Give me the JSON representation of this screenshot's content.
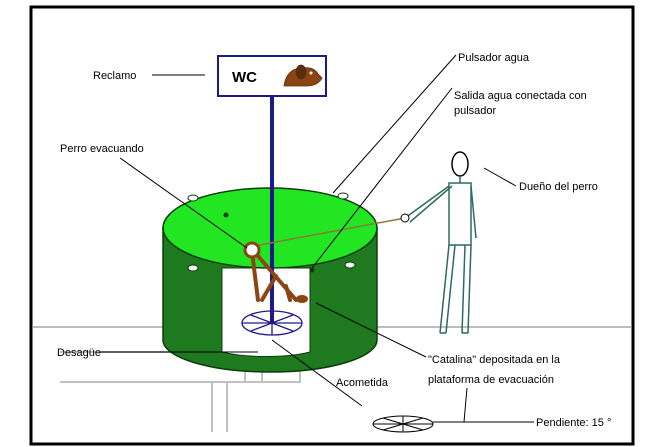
{
  "diagram": {
    "sign_text": "WC",
    "labels": {
      "reclamo": "Reclamo",
      "pulsador": "Pulsador agua",
      "salida_line1": "Salida agua conectada con",
      "salida_line2": "pulsador",
      "perro": "Perro evacuando",
      "dueno": "Dueño del  perro",
      "desague": "Desagüe",
      "catalina_line1": "\"Catalina\" depositada en la",
      "catalina_line2": "plataforma de evacuación",
      "acometida": "Acometida",
      "pendiente": "Pendiente: 15 °"
    },
    "colors": {
      "border": "#000000",
      "cylinder_top": "#22e622",
      "cylinder_wall": "#1f7a1f",
      "pole": "#1a1a8c",
      "dog": "#8b4513",
      "owner": "#2e6b5e",
      "ground": "#bdbdbd",
      "pipes": "#c0c0c0",
      "grate": "#1a1a8c",
      "leash": "#8a7a3a"
    }
  }
}
